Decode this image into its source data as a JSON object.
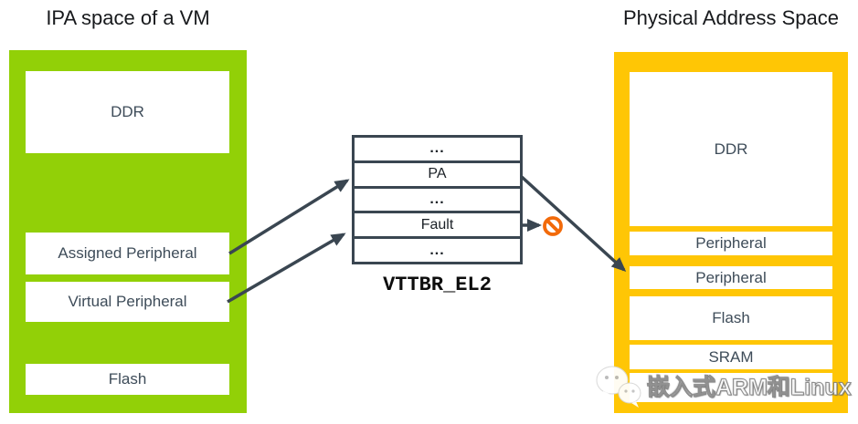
{
  "titles": {
    "left": "IPA space of a VM",
    "right": "Physical Address Space"
  },
  "ipa_panel": {
    "blocks": [
      {
        "label": "DDR"
      },
      {
        "label": "Assigned Peripheral"
      },
      {
        "label": "Virtual Peripheral"
      },
      {
        "label": "Flash"
      }
    ]
  },
  "stage2_table": {
    "rows": [
      "...",
      "PA",
      "...",
      "Fault",
      "..."
    ],
    "caption": "VTTBR_EL2"
  },
  "pa_panel": {
    "blocks": [
      {
        "label": "DDR"
      },
      {
        "label": "Peripheral"
      },
      {
        "label": "Peripheral"
      },
      {
        "label": "Flash"
      },
      {
        "label": "SRAM"
      },
      {
        "label": ""
      }
    ]
  },
  "arrows": [
    {
      "name": "assigned-peripheral-to-pa-entry"
    },
    {
      "name": "virtual-peripheral-to-fault-entry"
    },
    {
      "name": "pa-entry-to-physical-peripheral"
    },
    {
      "name": "fault-entry-to-blocked"
    }
  ],
  "icons": {
    "prohibited": "no-entry-icon",
    "watermark": "wechat-icon"
  },
  "watermark": {
    "text": "嵌入式ARM和Linux"
  },
  "colors": {
    "background": "#ffffff",
    "ipa_panel": "#92d007",
    "pa_panel": "#ffc605",
    "arrow": "#3a4651",
    "table_border": "#3a4651",
    "block_text": "#3e4c59",
    "title_text": "#17191c",
    "prohibited": "#f26a0a"
  }
}
